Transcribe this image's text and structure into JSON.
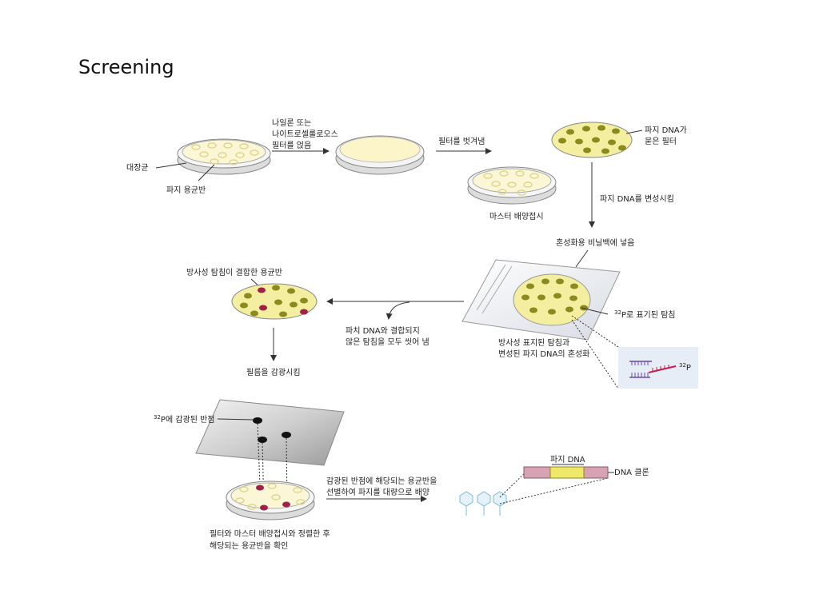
{
  "title": "Screening",
  "labels": {
    "ecoli": "대장균",
    "phage_plaque": "파지 용균반",
    "nylon_l1": "나일론 또는",
    "nylon_l2": "나이트로셀룰로오스",
    "nylon_l3": "필터를 얹음",
    "peel_filter": "필터를 벗겨냄",
    "master_plate": "마스터 배양접시",
    "phage_dna_l1": "파지 DNA가",
    "phage_dna_l2": "묻은 필터",
    "denature": "파지 DNA를 변성시킴",
    "hyb_bag": "혼성화용 비닐백에 넣음",
    "probe_32p_sup": "32",
    "probe_32p": "P로 표기된 탐침",
    "hyb_l1": "방사성 표지된 탐침과",
    "hyb_l2": "변성된 파지 DNA의 혼성화",
    "wash_l1": "파치 DNA와 결합되지",
    "wash_l2": "않은 탐침을 모두 씻어 냄",
    "bound_plaque": "방사성 탐침이 결합한 용균반",
    "expose_film": "필름을 감광시킴",
    "inset_sup": "32",
    "inset_p": "P",
    "spot_sup": "32",
    "spot": "P에 감광된 반점",
    "align_l1": "필터와 마스터 배양접시와 정렬한 후",
    "align_l2": "해당되는 용균반을 확인",
    "select_l1": "감광된 반점에 해당되는 용균반을",
    "select_l2": "선별하여 파지를 대량으로 배양",
    "phage_dna_clone": "파지 DNA",
    "dna_clone": "DNA 클론"
  },
  "colors": {
    "plate_fill": "#fbf7d6",
    "colony_olive": "#8a8a1e",
    "hit_red": "#a0204a",
    "filter_fill": "#f3eea0"
  }
}
